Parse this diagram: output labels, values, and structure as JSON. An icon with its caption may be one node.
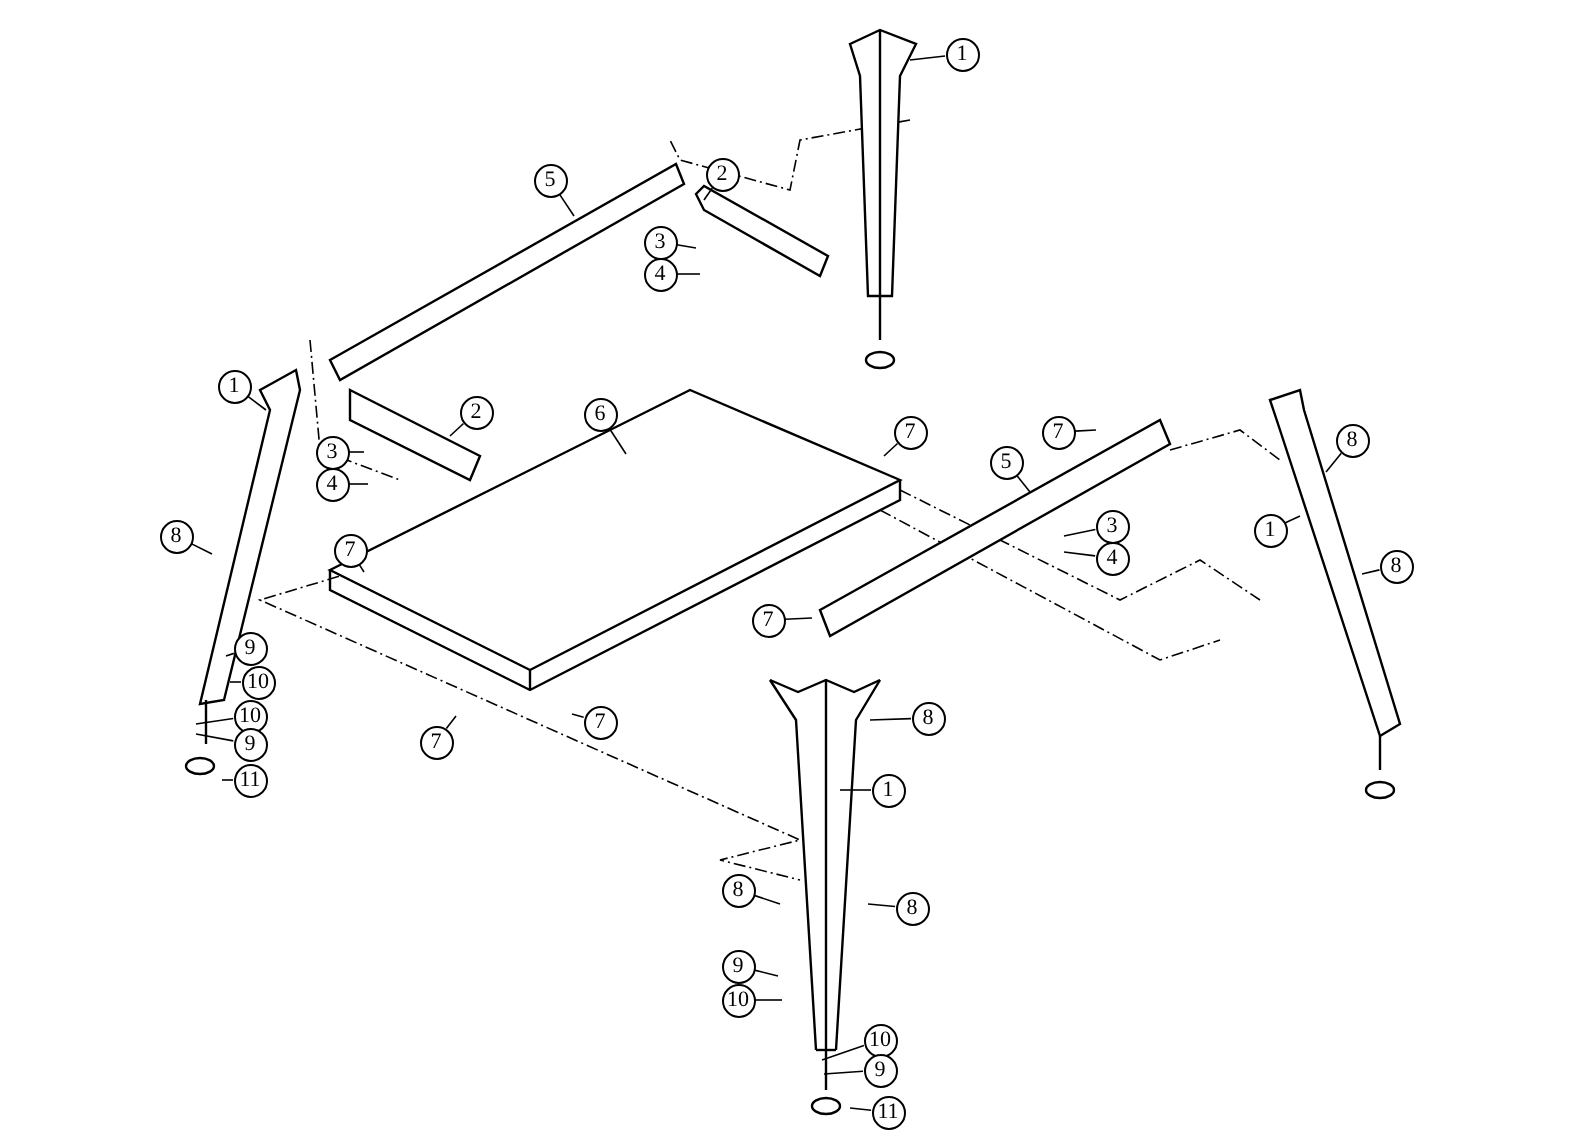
{
  "diagram": {
    "nodes": [
      {
        "text": [
          "1"
        ]
      },
      {
        "text": [
          "5"
        ]
      },
      {
        "text": [
          "2"
        ]
      },
      {
        "text": [
          "3"
        ]
      },
      {
        "text": [
          "4"
        ]
      },
      {
        "text": [
          "1"
        ]
      },
      {
        "text": [
          "2"
        ]
      },
      {
        "text": [
          "6"
        ]
      },
      {
        "text": [
          "7"
        ]
      },
      {
        "text": [
          "7"
        ]
      },
      {
        "text": [
          "8"
        ]
      },
      {
        "text": [
          "3"
        ]
      },
      {
        "text": [
          "4"
        ]
      },
      {
        "text": [
          "5"
        ]
      },
      {
        "text": [
          "3"
        ]
      },
      {
        "text": [
          "4"
        ]
      },
      {
        "text": [
          "1"
        ]
      },
      {
        "text": [
          "8"
        ]
      },
      {
        "text": [
          "7"
        ]
      },
      {
        "text": [
          "8"
        ]
      },
      {
        "text": [
          "7"
        ]
      },
      {
        "text": [
          "9"
        ]
      },
      {
        "text": [
          "10"
        ]
      },
      {
        "text": [
          "10"
        ]
      },
      {
        "text": [
          "9"
        ]
      },
      {
        "text": [
          "11"
        ]
      },
      {
        "text": [
          "7"
        ]
      },
      {
        "text": [
          "7"
        ]
      },
      {
        "text": [
          "8"
        ]
      },
      {
        "text": [
          "1"
        ]
      },
      {
        "text": [
          "8"
        ]
      },
      {
        "text": [
          "8"
        ]
      },
      {
        "text": [
          "9"
        ]
      },
      {
        "text": [
          "10"
        ]
      },
      {
        "text": [
          "10"
        ]
      },
      {
        "text": [
          "9"
        ]
      },
      {
        "text": [
          "11"
        ]
      }
    ],
    "edges": [
      {
        "from": 0,
        "to": null,
        "arrow": "none"
      },
      {
        "from": 1,
        "to": null,
        "arrow": "none"
      },
      {
        "from": 2,
        "to": null,
        "arrow": "none"
      },
      {
        "from": 3,
        "to": null,
        "arrow": "none"
      },
      {
        "from": 4,
        "to": null,
        "arrow": "none"
      },
      {
        "from": 5,
        "to": null,
        "arrow": "none"
      },
      {
        "from": 6,
        "to": null,
        "arrow": "none"
      },
      {
        "from": 7,
        "to": null,
        "arrow": "none"
      },
      {
        "from": 8,
        "to": null,
        "arrow": "none"
      },
      {
        "from": 9,
        "to": null,
        "arrow": "none"
      },
      {
        "from": 10,
        "to": null,
        "arrow": "none"
      },
      {
        "from": 11,
        "to": null,
        "arrow": "none"
      },
      {
        "from": 12,
        "to": null,
        "arrow": "none"
      },
      {
        "from": 13,
        "to": null,
        "arrow": "none"
      },
      {
        "from": 14,
        "to": null,
        "arrow": "none"
      },
      {
        "from": 15,
        "to": null,
        "arrow": "none"
      },
      {
        "from": 16,
        "to": null,
        "arrow": "none"
      },
      {
        "from": 17,
        "to": null,
        "arrow": "none"
      },
      {
        "from": 18,
        "to": null,
        "arrow": "none"
      },
      {
        "from": 19,
        "to": null,
        "arrow": "none"
      },
      {
        "from": 20,
        "to": null,
        "arrow": "none"
      },
      {
        "from": 21,
        "to": null,
        "arrow": "none"
      },
      {
        "from": 22,
        "to": null,
        "arrow": "none"
      },
      {
        "from": 23,
        "to": null,
        "arrow": "none"
      },
      {
        "from": 24,
        "to": null,
        "arrow": "none"
      },
      {
        "from": 25,
        "to": null,
        "arrow": "none"
      },
      {
        "from": 26,
        "to": null,
        "arrow": "none"
      },
      {
        "from": 27,
        "to": null,
        "arrow": "none"
      },
      {
        "from": 28,
        "to": null,
        "arrow": "none"
      },
      {
        "from": 29,
        "to": null,
        "arrow": "none"
      },
      {
        "from": 30,
        "to": null,
        "arrow": "none"
      },
      {
        "from": 31,
        "to": null,
        "arrow": "none"
      },
      {
        "from": 32,
        "to": null,
        "arrow": "none"
      },
      {
        "from": 33,
        "to": null,
        "arrow": "none"
      },
      {
        "from": 34,
        "to": null,
        "arrow": "none"
      },
      {
        "from": 35,
        "to": null,
        "arrow": "none"
      },
      {
        "from": 36,
        "to": null,
        "arrow": "none"
      }
    ]
  }
}
